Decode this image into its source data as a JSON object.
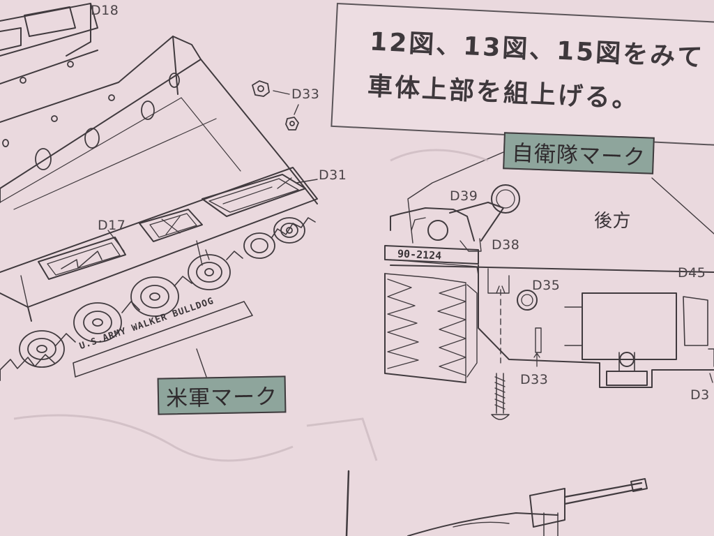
{
  "instructions": {
    "line1": "12図、13図、15図をみて",
    "line2": "車体上部を組上げる。"
  },
  "marks": {
    "jsdf": "自衛隊マーク",
    "us": "米軍マーク"
  },
  "rear_label": "後方",
  "hull_number": "90-2124",
  "us_text": "U.S.ARMY WALKER BULLDOG",
  "part_labels": {
    "d18": "D18",
    "d33_top": "D33",
    "d31": "D31",
    "d17": "D17",
    "d39": "D39",
    "d38": "D38",
    "d35": "D35",
    "d45": "D45",
    "d33_bottom": "D33",
    "d3_edge": "D3"
  }
}
